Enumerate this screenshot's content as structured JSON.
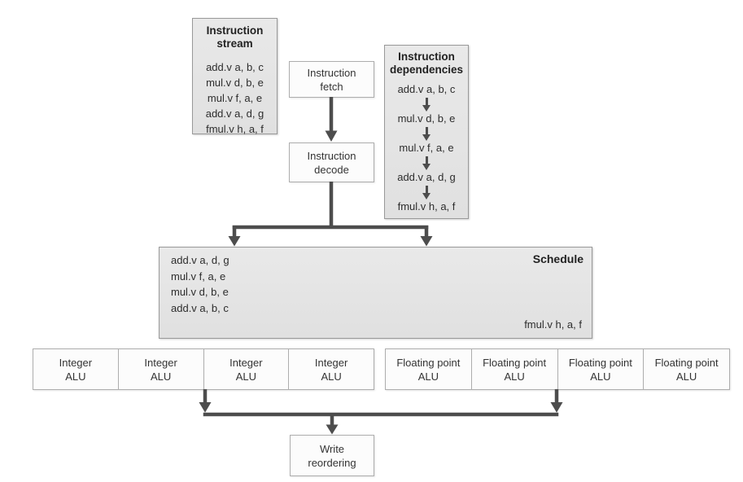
{
  "stream": {
    "title_line1": "Instruction",
    "title_line2": "stream",
    "instructions": [
      "add.v a, b, c",
      "mul.v d, b, e",
      "mul.v f, a, e",
      "add.v a, d, g",
      "fmul.v h, a, f"
    ]
  },
  "fetch": {
    "line1": "Instruction",
    "line2": "fetch"
  },
  "decode": {
    "line1": "Instruction",
    "line2": "decode"
  },
  "dependencies": {
    "title_line1": "Instruction",
    "title_line2": "dependencies",
    "chain": [
      "add.v a, b, c",
      "mul.v d, b, e",
      "mul.v f, a, e",
      "add.v a, d, g",
      "fmul.v h, a, f"
    ]
  },
  "schedule": {
    "title": "Schedule",
    "scheduled": [
      "add.v a, d, g",
      "mul.v f, a, e",
      "mul.v d, b, e",
      "add.v a, b, c"
    ],
    "deferred": "fmul.v h, a, f"
  },
  "alus": {
    "integer": {
      "line1": "Integer",
      "line2": "ALU",
      "count": 4
    },
    "floating": {
      "line1": "Floating point",
      "line2": "ALU",
      "count": 4
    }
  },
  "write_reordering": {
    "line1": "Write",
    "line2": "reordering"
  },
  "colors": {
    "box_gray_fill": "#e4e4e4",
    "box_white_fill": "#fcfcfc",
    "box_border": "#a3a3a3",
    "arrow": "#4d4d4d",
    "text": "#2d2d2d"
  }
}
